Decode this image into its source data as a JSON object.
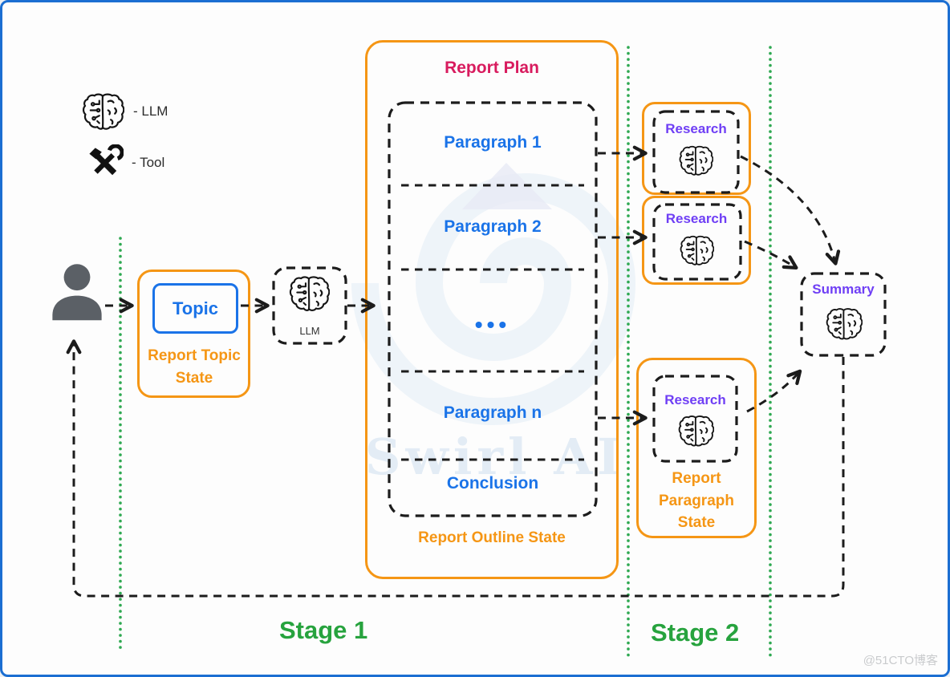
{
  "legend": {
    "llm_label": "- LLM",
    "tool_label": "- Tool"
  },
  "report_topic_state": {
    "topic_label": "Topic",
    "state_label": "Report Topic State"
  },
  "llm_node": {
    "label": "LLM"
  },
  "report_plan": {
    "title": "Report Plan",
    "outline_items": [
      "Paragraph 1",
      "Paragraph 2",
      "•••",
      "Paragraph n",
      "Conclusion"
    ],
    "state_label": "Report Outline State"
  },
  "research_nodes": [
    {
      "label": "Research"
    },
    {
      "label": "Research"
    },
    {
      "label": "Research"
    }
  ],
  "report_paragraph_state": {
    "label": "Report Paragraph State"
  },
  "summary_node": {
    "label": "Summary"
  },
  "stages": [
    {
      "label": "Stage 1"
    },
    {
      "label": "Stage 2"
    }
  ],
  "watermarks": {
    "brand": "Swirl AI",
    "credit": "@51CTO博客"
  },
  "colors": {
    "canvas_border": "#1b6ed2",
    "orange": "#f59615",
    "blue": "#1a73e8",
    "purple": "#6f3ff5",
    "green": "#27a33e",
    "crimson": "#d81b5e",
    "dash_black": "#1c1c1c",
    "user_gray": "#5b6066"
  }
}
